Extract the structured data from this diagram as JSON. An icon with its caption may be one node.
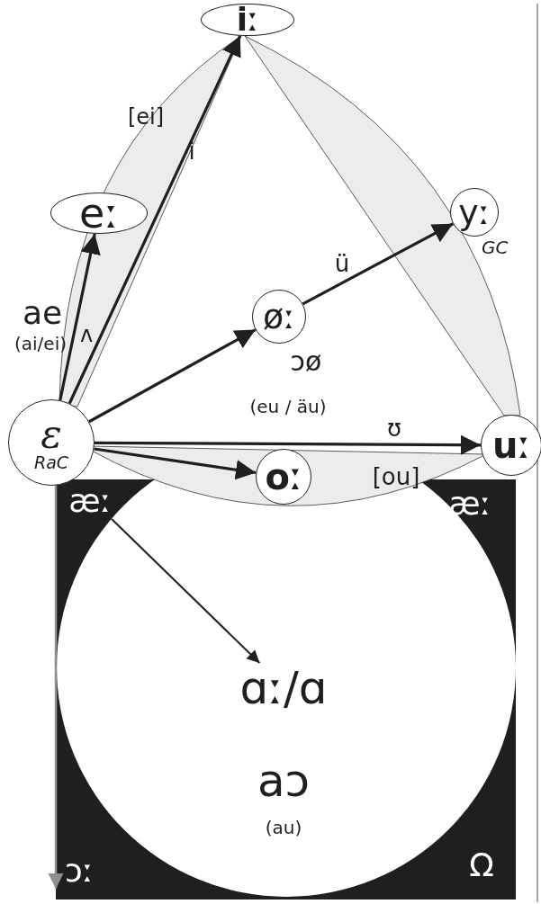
{
  "diagram": {
    "nodes": [
      {
        "text": [
          "iː"
        ]
      },
      {
        "text": [
          "eː"
        ]
      },
      {
        "text": [
          "yː"
        ],
        "beside": [
          "GC"
        ]
      },
      {
        "text": [
          "øː"
        ]
      },
      {
        "text": [
          "ɛ",
          "RaC"
        ]
      },
      {
        "text": [
          "oː"
        ]
      },
      {
        "text": [
          "uː"
        ]
      },
      {
        "text": [
          "æː"
        ]
      },
      {
        "text": [
          "ɑː/ɑ"
        ]
      },
      {
        "text": [
          "ɔː"
        ]
      }
    ],
    "edges": [
      {
        "from": 4,
        "to": 1,
        "arrow": "to",
        "label": "ʌ"
      },
      {
        "from": 4,
        "to": 0,
        "arrow": "to",
        "label": "i"
      },
      {
        "from": 4,
        "to": 3,
        "arrow": "to"
      },
      {
        "from": 3,
        "to": 2,
        "arrow": "to",
        "label": "ü"
      },
      {
        "from": 4,
        "to": 6,
        "arrow": "to",
        "label": "ʊ"
      },
      {
        "from": 4,
        "to": 5,
        "arrow": "to"
      },
      {
        "from": 7,
        "to": 8,
        "arrow": "to"
      },
      {
        "from": 4,
        "to": 9,
        "arrow": "to",
        "color": "#8e8f93"
      }
    ],
    "labels": [
      "[ei]",
      "ae",
      "(ai/ei)",
      "ɔø",
      "(eu / äu)",
      "[ou]",
      "æː",
      "aɔ",
      "(au)",
      "Ω"
    ]
  }
}
